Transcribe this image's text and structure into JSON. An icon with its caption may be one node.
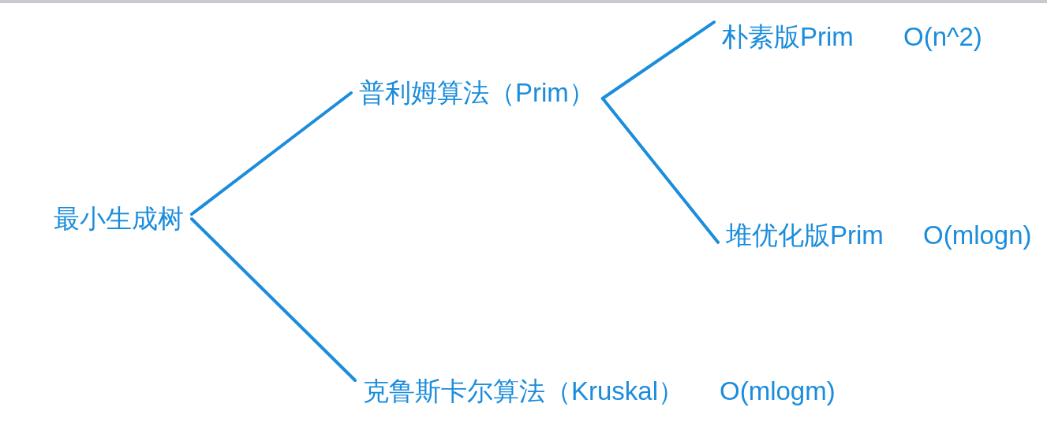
{
  "diagram": {
    "nodes": [
      {
        "text": [
          "最小生成树"
        ]
      },
      {
        "text": [
          "普利姆算法（Prim）"
        ]
      },
      {
        "text": [
          "朴素版Prim"
        ],
        "beside": [
          "O(n^2)"
        ]
      },
      {
        "text": [
          "堆优化版Prim"
        ],
        "beside": [
          "O(mlogn)"
        ]
      },
      {
        "text": [
          "克鲁斯卡尔算法（Kruskal）"
        ],
        "beside": [
          "O(mlogm)"
        ]
      }
    ],
    "edges": [
      {
        "from": 0,
        "to": 1,
        "arrow": "none"
      },
      {
        "from": 0,
        "to": 4,
        "arrow": "none"
      },
      {
        "from": 1,
        "to": 2,
        "arrow": "none"
      },
      {
        "from": 1,
        "to": 3,
        "arrow": "none"
      }
    ]
  }
}
